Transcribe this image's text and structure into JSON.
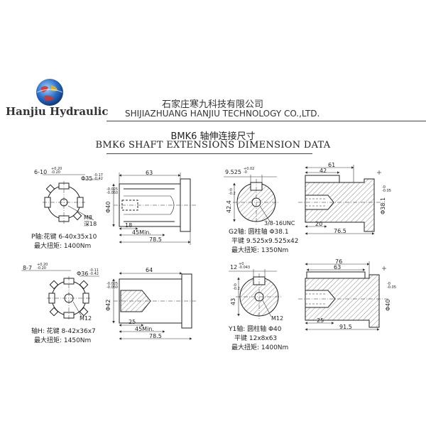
{
  "brand": "Hanjiu Hydraulic",
  "company_cn": "石家庄寒九科技有限公司",
  "company_en": "SHIJIAZHUANG HANJIU TECHNOLOGY CO.,LTD.",
  "title_cn": "BMK6 轴伸连接尺寸",
  "title_en": "BMK6 SHAFT EXTENSIONS DIMENSION DATA",
  "colors": {
    "line": "#222222",
    "hatch": "#555555",
    "dim": "#333333"
  },
  "shafts": {
    "p": {
      "end_dims": {
        "key_width": "6-10",
        "key_tol": "+0.20\n-0.20",
        "dia": "Φ35",
        "dia_tol": "-0.17\n-0.42",
        "thread": "M8",
        "depth": "深18"
      },
      "side_dims": {
        "len_63": "63",
        "dia_40": "Φ40",
        "dia_40_tol": "-0.025\n-0.050",
        "len_18": "18",
        "len_45": "45Min.",
        "len_78": "78.5"
      },
      "spec_1": "P轴:花键 6-40x35x10",
      "spec_2": "最大扭矩: 1400Nm"
    },
    "g2": {
      "end_dims": {
        "key_width": "9.525",
        "key_tol": "+0.02\n-0",
        "height": "42.4",
        "height_tol": "-0\n-0.2",
        "thread": "3/8-16UNC"
      },
      "side_dims": {
        "len_61": "61",
        "len_42": "42",
        "dia_38": "Φ38.1",
        "dia_38_tol": "-0\n-0.05",
        "len_20": "20",
        "len_76": "76.5"
      },
      "spec_1": "G2轴: 圆柱轴 Φ38.1",
      "spec_2": "平键 9.525x9.525x42",
      "spec_3": "最大扭矩: 1350Nm"
    },
    "h": {
      "end_dims": {
        "key_width": "8-7",
        "key_tol": "+0.20\n-0.20",
        "dia": "Φ36",
        "dia_tol": "-0.11\n-0.42",
        "thread": "M12"
      },
      "side_dims": {
        "len_64": "64",
        "dia_42": "Φ42",
        "dia_42_tol": "-0.025\n-0.050",
        "len_25": "25",
        "len_45": "45Min.",
        "len_78": "78.5"
      },
      "spec_1": "轴H: 花键 8-42x36x7",
      "spec_2": "最大扭矩: 1450Nm"
    },
    "y1": {
      "end_dims": {
        "key_width": "12",
        "key_tol": "+0\n-0.043",
        "height": "43",
        "height_tol": "-0\n-0.2",
        "thread": "M12"
      },
      "side_dims": {
        "len_76": "76",
        "len_63": "63",
        "dia_40": "Φ40",
        "dia_40_tol": "-0\n-0.05",
        "len_25": "25",
        "len_91": "91.5"
      },
      "spec_1": "Y1轴: 圆柱轴 Φ40",
      "spec_2": "平键 12x8x63",
      "spec_3": "最大扭矩: 1400Nm"
    }
  }
}
